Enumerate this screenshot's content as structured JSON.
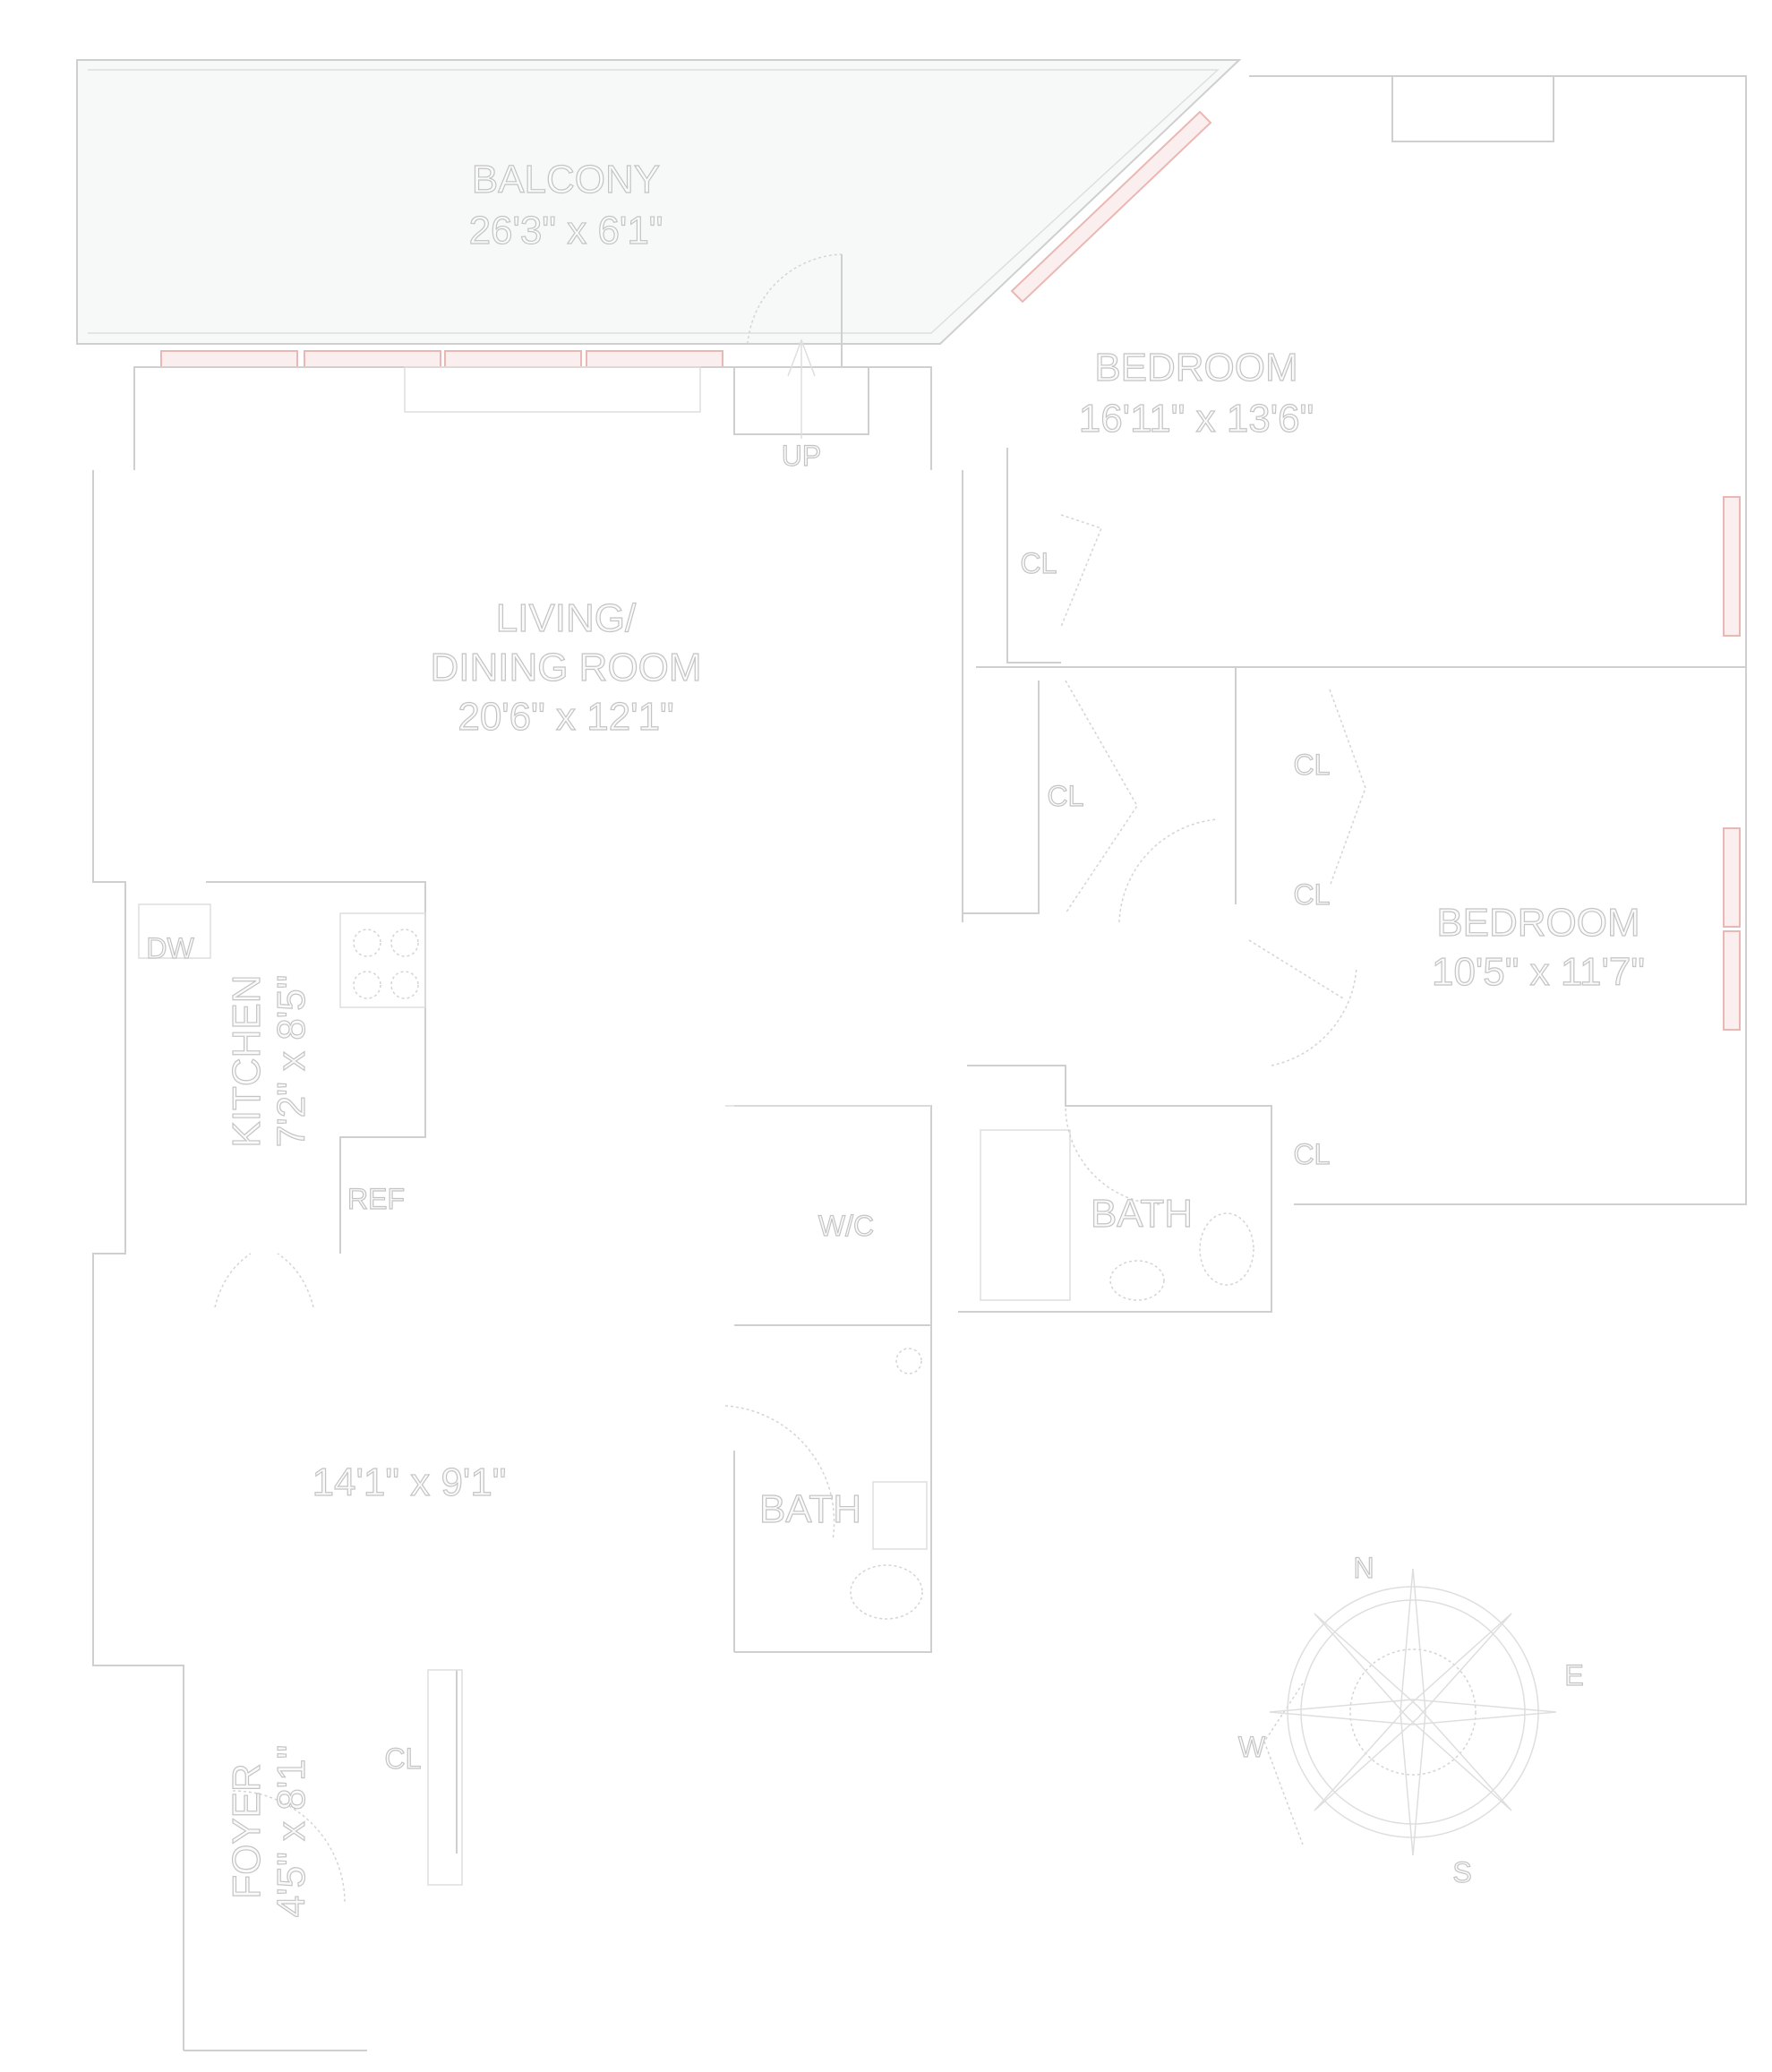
{
  "rooms": {
    "balcony": {
      "name": "BALCONY",
      "size": "26'3\" x 6'1\""
    },
    "bedroom1": {
      "name": "BEDROOM",
      "size": "16'11\" x 13'6\""
    },
    "living": {
      "name1": "LIVING/",
      "name2": "DINING ROOM",
      "size": "20'6\" x 12'1\""
    },
    "bedroom2": {
      "name": "BEDROOM",
      "size": "10'5\" x 11'7\""
    },
    "kitchen": {
      "name": "KITCHEN",
      "size": "7'2\" x 8'5\""
    },
    "den": {
      "size": "14'1\" x 9'1\""
    },
    "bath1": {
      "name": "BATH"
    },
    "bath2": {
      "name": "BATH"
    },
    "foyer": {
      "name": "FOYER",
      "size": "4'5\" x 8'1\""
    }
  },
  "labels": {
    "up": "UP",
    "dw": "DW",
    "ref": "REF",
    "wic": "W/C",
    "cl": "CL"
  },
  "compass": {
    "n": "N",
    "e": "E",
    "s": "S",
    "w": "W"
  },
  "colors": {
    "walls": "#cfcfcf",
    "windows": "#eab8b4",
    "balcony_fill": "#f7f8f8"
  }
}
